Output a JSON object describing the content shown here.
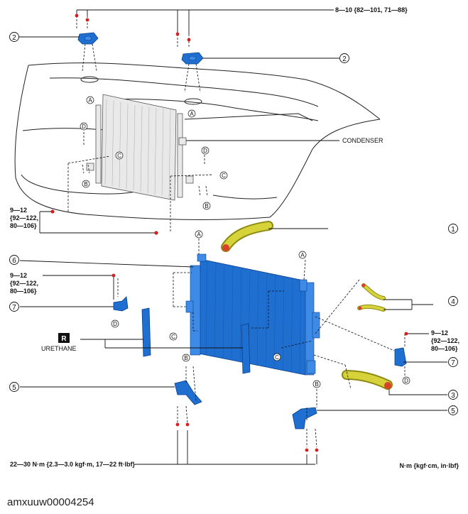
{
  "callouts": {
    "torque_top": "8—10 {82—101, 71—88}",
    "condenser": "CONDENSER",
    "torque_left_mid": [
      "9—12",
      "{92—122,",
      "80—106}"
    ],
    "torque_left_low": [
      "9—12",
      "{92—122,",
      "80—106}"
    ],
    "torque_right": [
      "9—12",
      "{92—122,",
      "80—106}"
    ],
    "urethane_badge": "R",
    "urethane": "URETHANE",
    "torque_bottom": "22—30 N·m {2.3—3.0 kgf·m, 17—22 ft·lbf}",
    "units": "N·m {kgf·cm, in·lbf}"
  },
  "part_numbers": [
    "1",
    "2",
    "3",
    "4",
    "5",
    "6",
    "7"
  ],
  "letters": [
    "A",
    "B",
    "C",
    "D"
  ],
  "footer": {
    "code": "amxuuw00004254"
  },
  "colors": {
    "part_blue": "#1f6fd1",
    "hose_yellow": "#c9c62a",
    "torque_dot": "#d42020"
  }
}
